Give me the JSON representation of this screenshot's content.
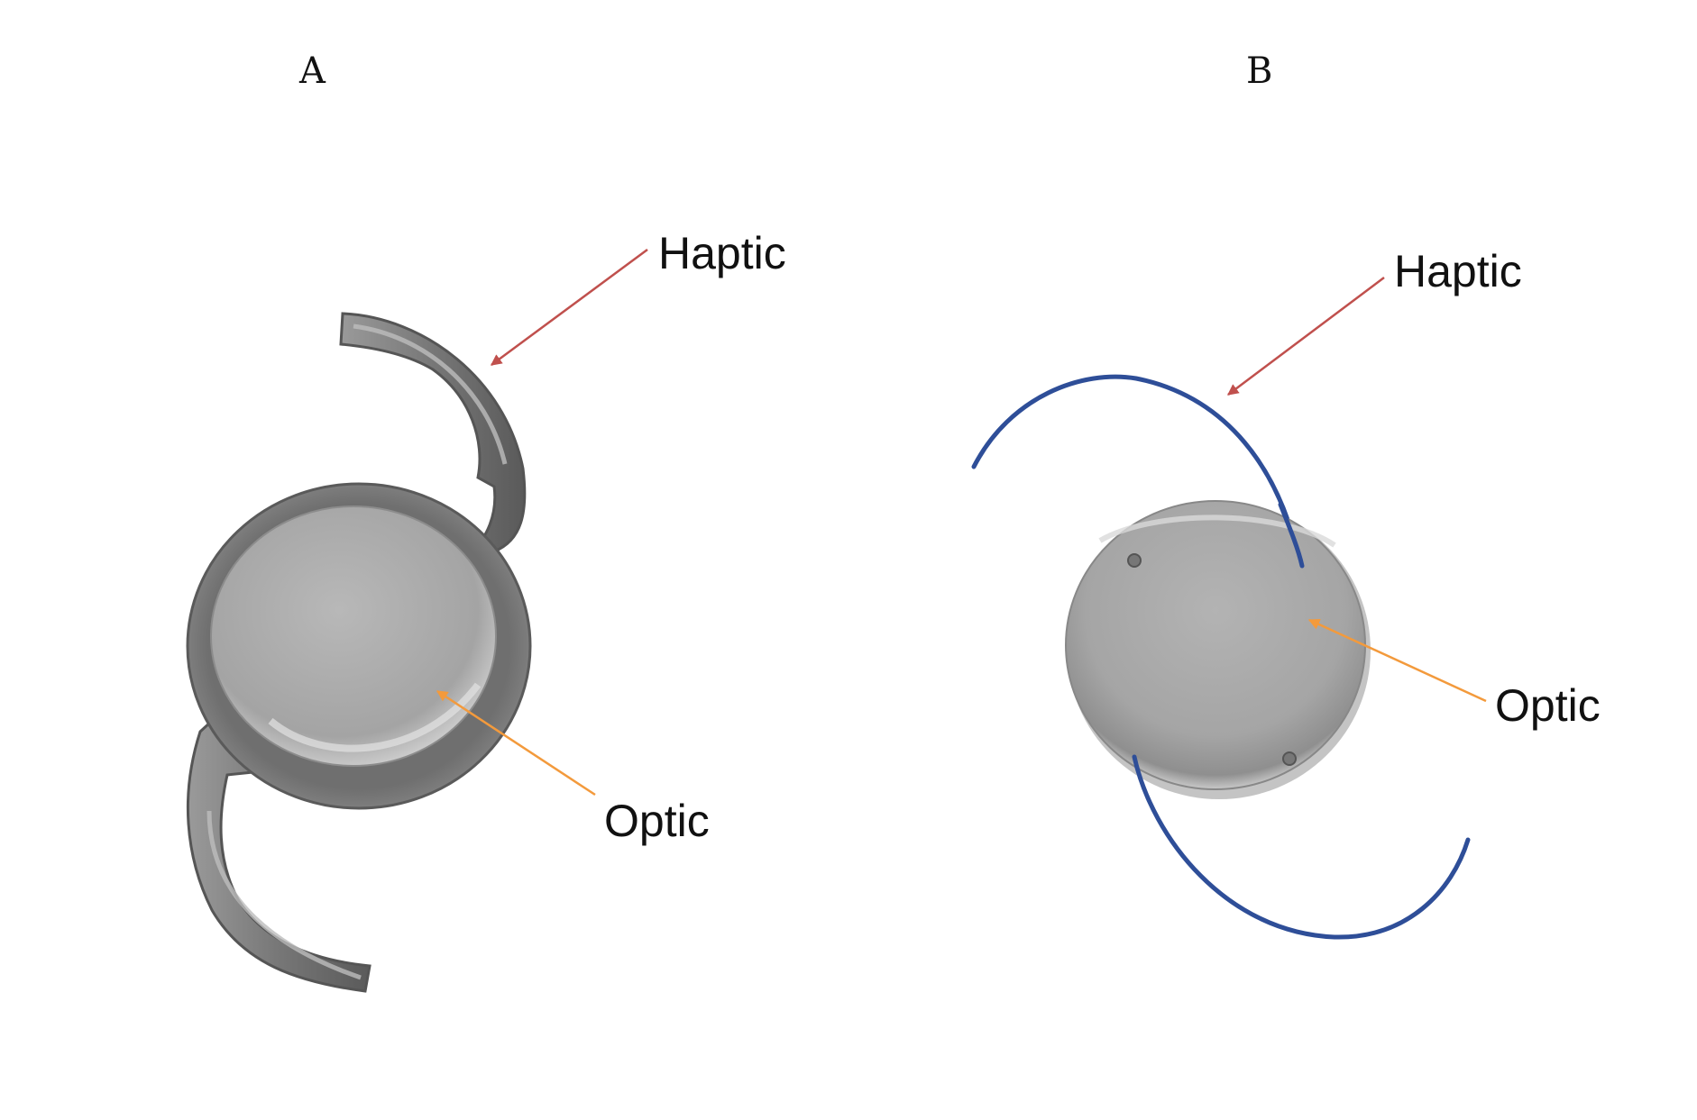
{
  "panels": [
    {
      "letter": "A",
      "labels": {
        "haptic": "Haptic",
        "optic": "Optic"
      }
    },
    {
      "letter": "B",
      "labels": {
        "haptic": "Haptic",
        "optic": "Optic"
      }
    }
  ],
  "colors": {
    "haptic_arrow": "#c0504d",
    "optic_arrow": "#f39a3c",
    "haptic_wire": "#2e4e98",
    "lens_body": "#a8a8a8"
  }
}
